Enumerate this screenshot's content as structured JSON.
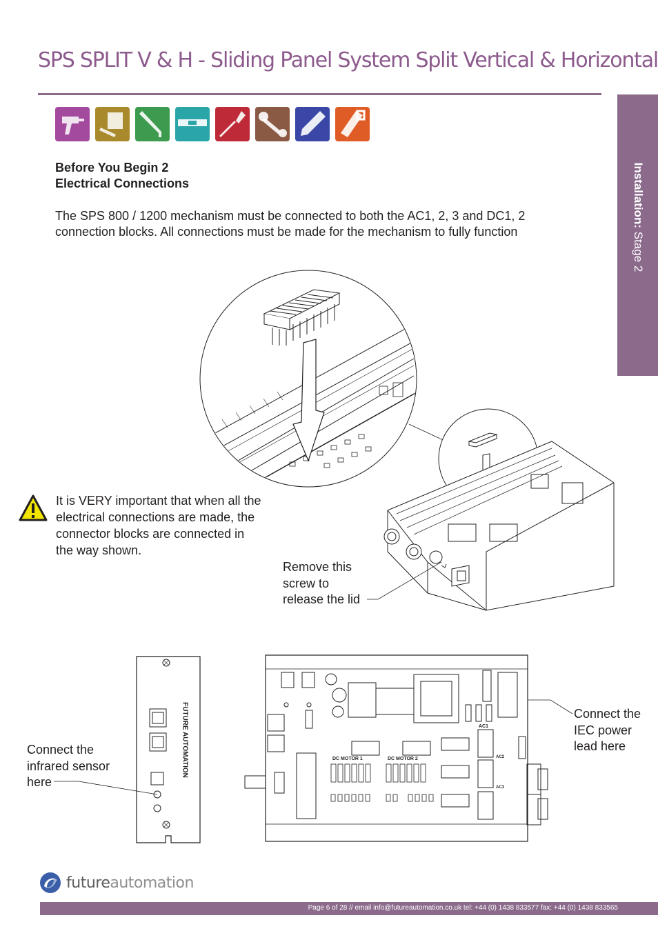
{
  "page": {
    "title": "SPS SPLIT V & H - Sliding Panel System Split Vertical & Horizontal",
    "side_tab": {
      "bold": "Installation:",
      "rest": " Stage 2"
    }
  },
  "tools": [
    {
      "name": "drill-icon",
      "color": "#a34a9e"
    },
    {
      "name": "tape-measure-icon",
      "color": "#a88a2c"
    },
    {
      "name": "allen-key-icon",
      "color": "#3c9b4e"
    },
    {
      "name": "spirit-level-icon",
      "color": "#2aa6a9"
    },
    {
      "name": "screwdriver-icon",
      "color": "#be2a37"
    },
    {
      "name": "spanner-icon",
      "color": "#8a5a45"
    },
    {
      "name": "pencil-icon",
      "color": "#3a47a6"
    },
    {
      "name": "hacksaw-icon",
      "color": "#e05c26"
    }
  ],
  "section": {
    "heading_line1": "Before You Begin 2",
    "heading_line2": "Electrical Connections",
    "intro": "The SPS 800 / 1200 mechanism must be connected to both the AC1, 2, 3 and DC1, 2 connection blocks. All connections must be made for the mechanism to fully function"
  },
  "warning": {
    "text": "It is VERY important that when all the electrical connections are made, the connector blocks are connected in the way shown."
  },
  "callouts": {
    "lid": [
      "Remove this",
      "screw to",
      "release the lid"
    ],
    "infrared": [
      "Connect the",
      "infrared sensor",
      "here"
    ],
    "iec": [
      "Connect the",
      "IEC power",
      "lead here"
    ]
  },
  "panel_labels": {
    "brand": "FUTURE AUTOMATION",
    "dc_motor_1": "DC MOTOR 1",
    "dc_motor_2": "DC MOTOR 2",
    "ac1": "AC1",
    "ac2": "AC2",
    "ac3": "AC3"
  },
  "footer": {
    "logo_bold": "future",
    "logo_light": "automation",
    "text": "Page 6 of 28 // email info@futureautomation.co.uk  tel: +44 (0) 1438 833577  fax: +44 (0) 1438 833565"
  },
  "colors": {
    "accent": "#8b6a8b",
    "title": "#8c5a8c",
    "warning": "#f2e500"
  }
}
